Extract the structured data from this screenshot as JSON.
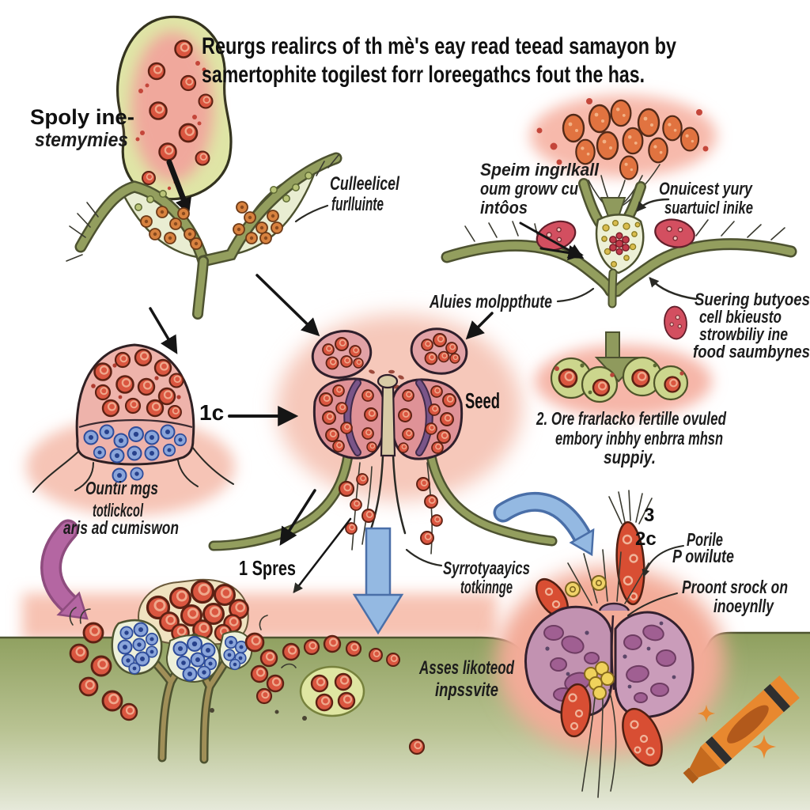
{
  "title": {
    "line1": "Reurgs realircs of th mè's eay read teead samayon by",
    "line2": "samertophite togilest forr loreegathcs fout the has."
  },
  "labels": {
    "spore_mass": {
      "line1": "Spoly ine-",
      "line2": "stemymies"
    },
    "cuticle": {
      "line1": "Culleelicel",
      "line2": "furlluinte"
    },
    "sperm": {
      "line1": "Speim ingrlkall",
      "line2": "oum growv cu",
      "line3": "intôos"
    },
    "ovule_top": {
      "line1": "Onuicest yury",
      "line2": "suartuicl inike"
    },
    "archegonium": {
      "label": "Aluies molppthute"
    },
    "storage": {
      "line1": "Suering butyoes",
      "line2": "cell bkieusto",
      "line3": "strowbiliy ine",
      "line4": "food saumbynes"
    },
    "seed": {
      "label": "Seed"
    },
    "ploidy_1c": {
      "label": "1c"
    },
    "step2": {
      "line1": "2. Ore frarlacko fertille ovuled",
      "line2": "embory inbhy enbrra mhsn",
      "line3": "suppiy."
    },
    "outer_rings": {
      "line1": "Ountir mgs",
      "line2": "totlickcol",
      "line3": "aris ad cumiswon"
    },
    "spores_1": {
      "label": "1 Spres"
    },
    "synergids": {
      "line1": "Syrrotyaayics",
      "line2": "totkinnge"
    },
    "ploidy_3": {
      "label": "3"
    },
    "ploidy_2c": {
      "label": "2c"
    },
    "pollen": {
      "label": "Porile"
    },
    "ovule_right": {
      "label": "P owilute"
    },
    "rootstock": {
      "line1": "Proont srock on",
      "line2": "inoeynlly"
    },
    "soil": {
      "line1": "Asses likoteod",
      "line2": "inpssvite"
    }
  },
  "colors": {
    "background": "#ffffff",
    "branch_olive": "#8f9a5d",
    "leaf_fill": "#e9edd2",
    "berry_red": "#da5640",
    "berry_orange": "#e17340",
    "cell_blue": "#8aa5da",
    "rib_purple": "#7a5588",
    "fruit_mauve": "#c795b4",
    "arrow_blue": "#94b9e2",
    "arrow_purple": "#b466a2",
    "cloud_pink": "#f6bfae",
    "ground_green": "#8e9f5e",
    "crayon_orange": "#e8882f",
    "text": "#111111"
  },
  "watermark": {
    "name": "crayon-logo"
  }
}
